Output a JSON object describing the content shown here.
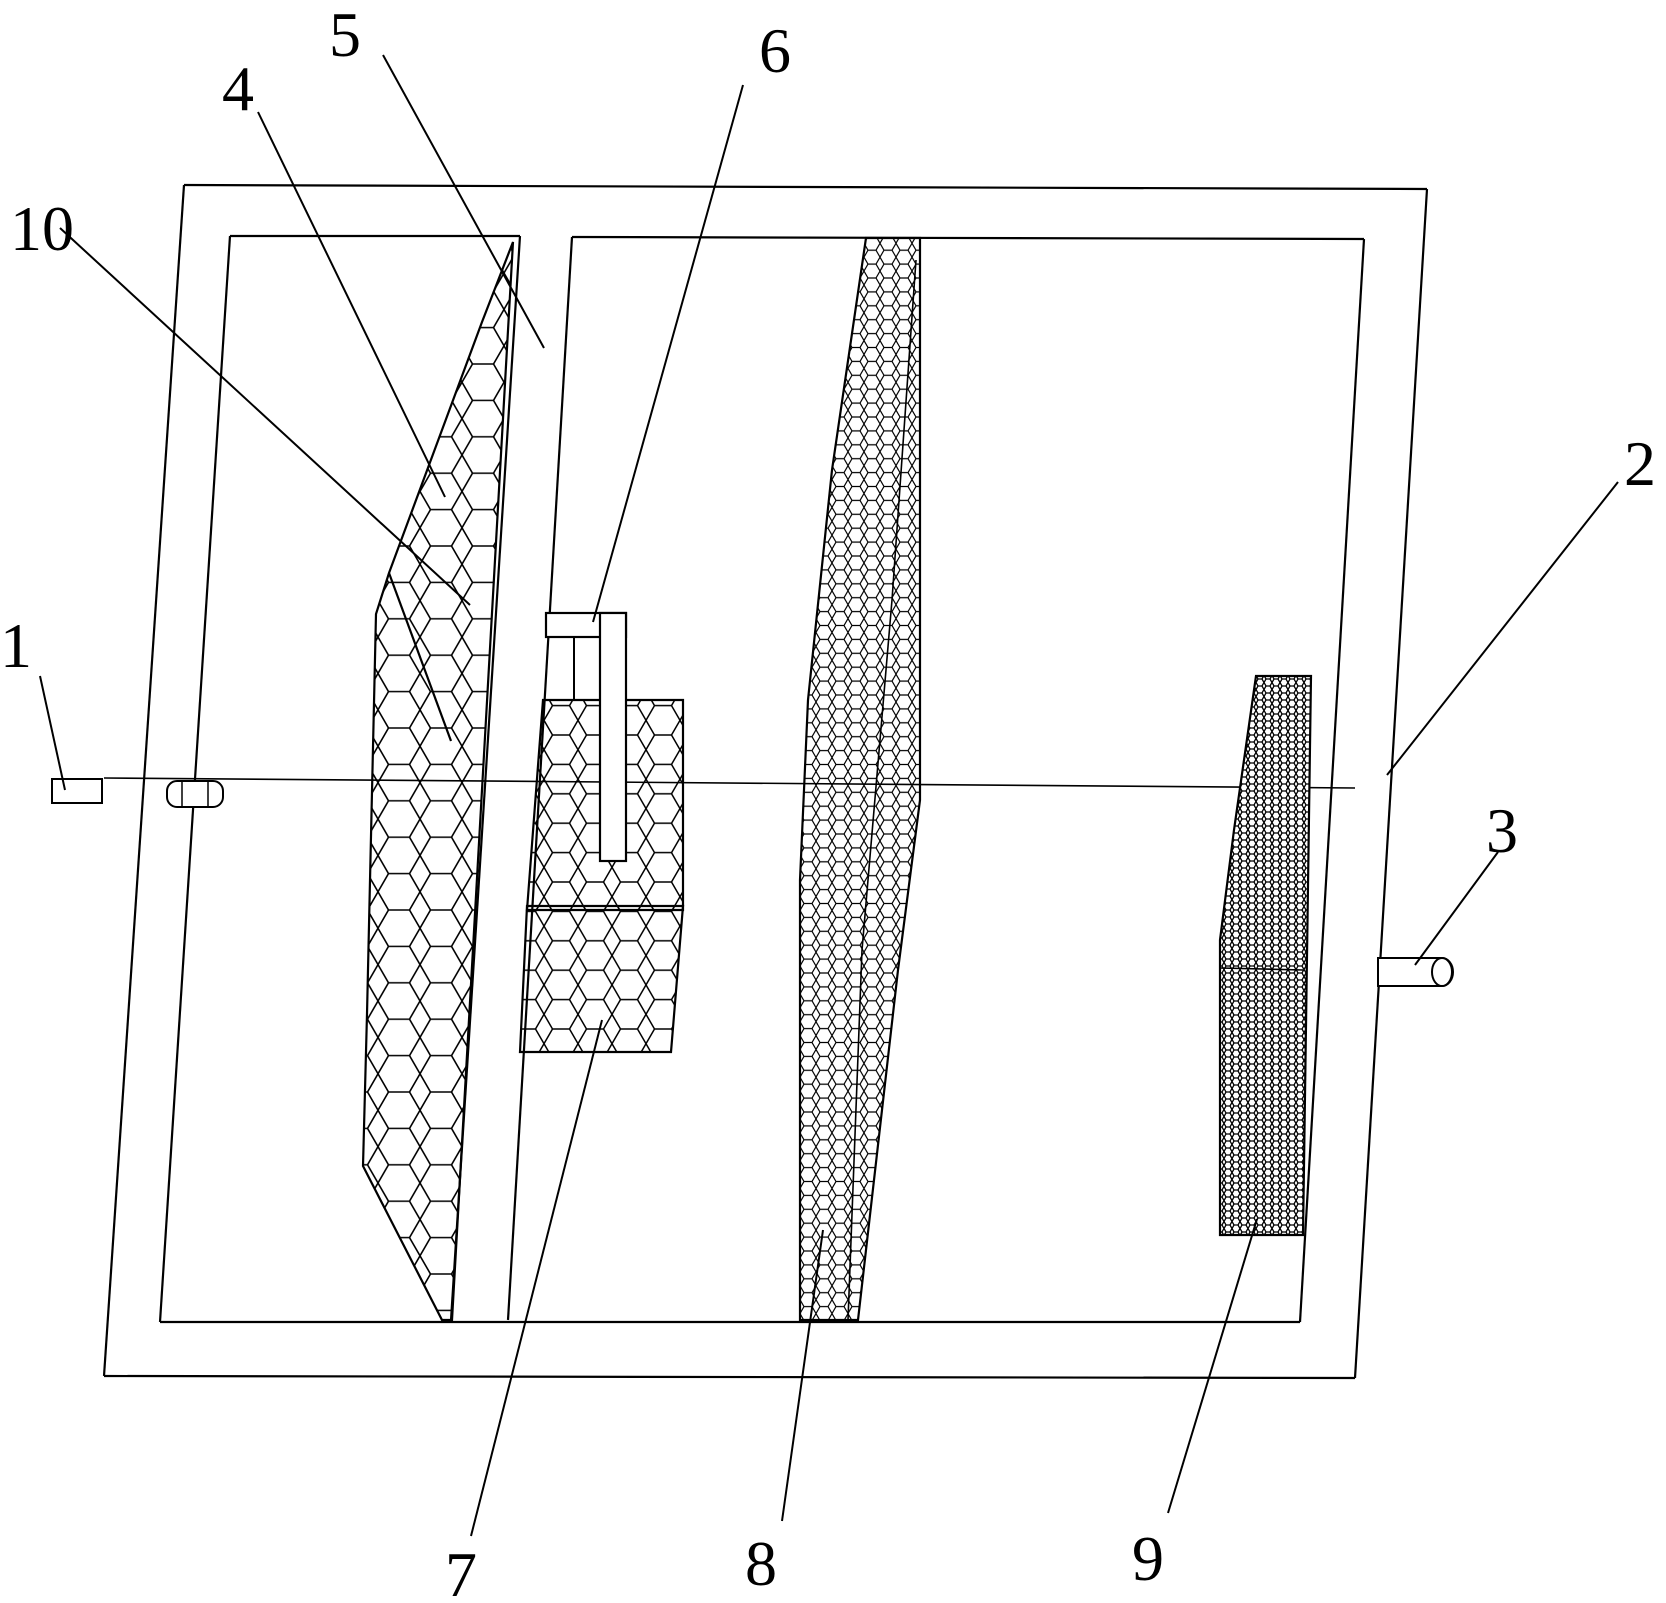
{
  "figure": {
    "labels": {
      "l1": "1",
      "l2": "2",
      "l3": "3",
      "l4": "4",
      "l5": "5",
      "l6": "6",
      "l7": "7",
      "l8": "8",
      "l9": "9",
      "l10": "10"
    },
    "colors": {
      "line": "#000000",
      "background": "#ffffff",
      "dense_fill": "#3a3a3a"
    }
  }
}
